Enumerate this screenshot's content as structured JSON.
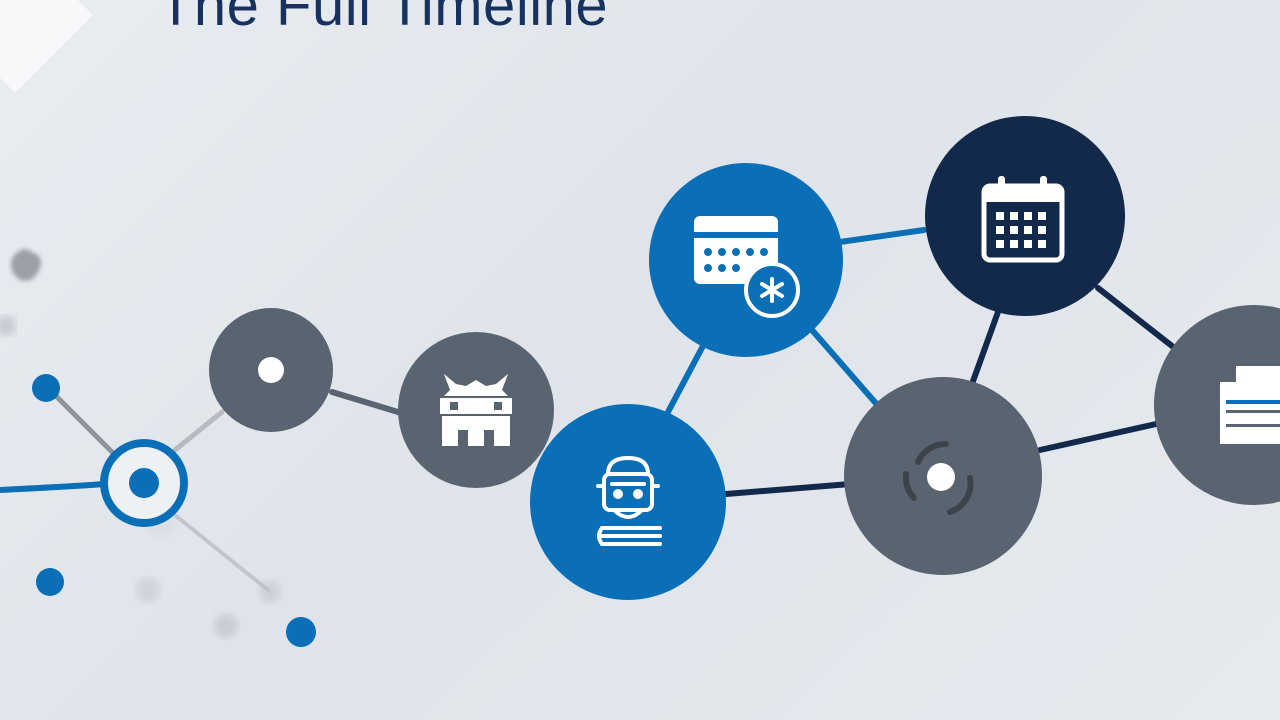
{
  "slide": {
    "title": "The Full Timeline"
  },
  "palette": {
    "accent_blue": "#0b6fb8",
    "dark_navy": "#13294b",
    "slate_gray": "#5a6370",
    "background": "#e4e8ed"
  },
  "nodes": [
    {
      "id": "origin",
      "icon": "target-icon",
      "color": "#0b6fb8"
    },
    {
      "id": "node-2",
      "icon": "circle-dot-icon",
      "color": "#5a6370"
    },
    {
      "id": "node-3",
      "icon": "castle-gate-icon",
      "color": "#5a6370"
    },
    {
      "id": "node-4",
      "icon": "robot-book-icon",
      "color": "#0b6fb8"
    },
    {
      "id": "node-5",
      "icon": "calendar-badge-icon",
      "color": "#0b6fb8"
    },
    {
      "id": "node-6",
      "icon": "cycle-icon",
      "color": "#5a6370"
    },
    {
      "id": "node-7",
      "icon": "calendar-icon",
      "color": "#13294b"
    },
    {
      "id": "node-8",
      "icon": "document-tray-icon",
      "color": "#5a6370"
    }
  ]
}
